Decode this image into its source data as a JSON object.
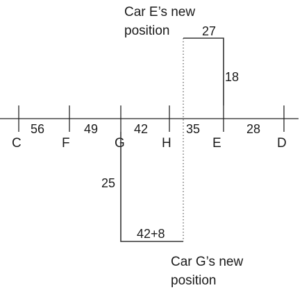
{
  "diagram": {
    "points": [
      {
        "id": "C",
        "label": "C"
      },
      {
        "id": "F",
        "label": "F"
      },
      {
        "id": "G",
        "label": "G"
      },
      {
        "id": "H",
        "label": "H"
      },
      {
        "id": "E",
        "label": "E"
      },
      {
        "id": "D",
        "label": "D"
      }
    ],
    "segments": [
      {
        "from": "C",
        "to": "F",
        "label": "56"
      },
      {
        "from": "F",
        "to": "G",
        "label": "49"
      },
      {
        "from": "G",
        "to": "H",
        "label": "42"
      },
      {
        "from": "H",
        "to": "E",
        "label": "35"
      },
      {
        "from": "E",
        "to": "D",
        "label": "28"
      }
    ],
    "car_e": {
      "caption_line1": "Car E’s new",
      "caption_line2": "position",
      "vertical_label": "18",
      "horizontal_label": "27"
    },
    "car_g": {
      "caption_line1": "Car G’s new",
      "caption_line2": "position",
      "vertical_label": "25",
      "horizontal_label": "42+8"
    }
  }
}
